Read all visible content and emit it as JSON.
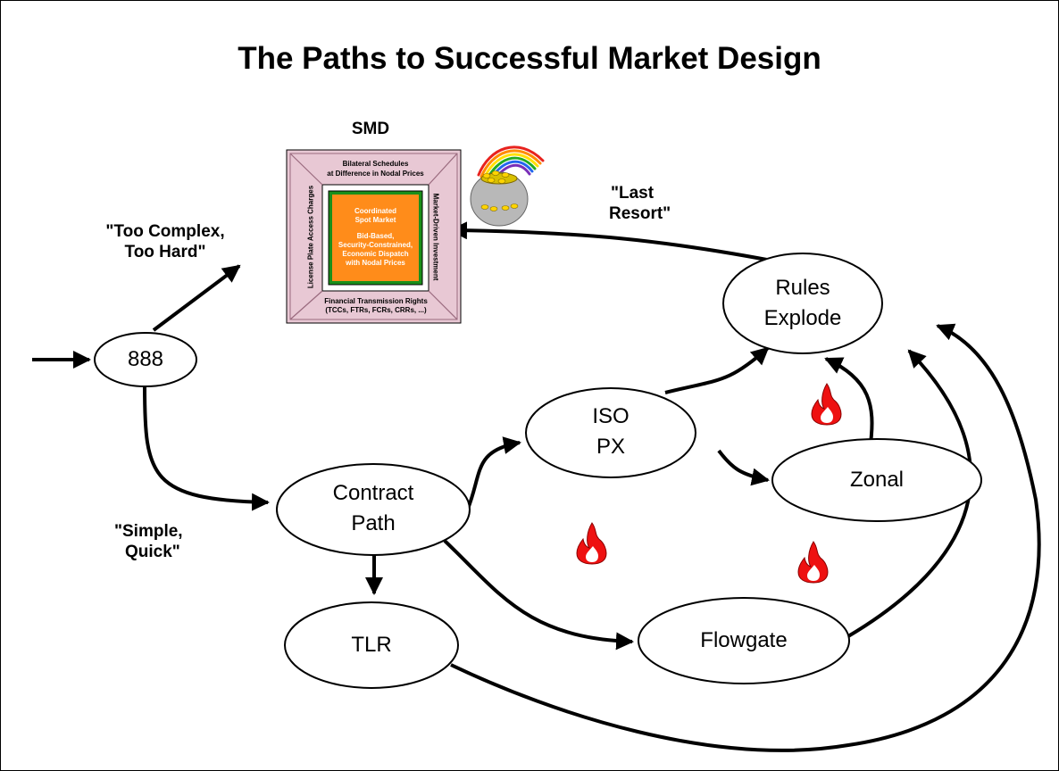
{
  "title": "The Paths to Successful Market Design",
  "smd": {
    "heading": "SMD",
    "top_text": [
      "Bilateral Schedules",
      "at Difference in Nodal Prices"
    ],
    "left_text": "License Plate Access Charges",
    "right_text": "Market-Driven Investment",
    "bottom_text": [
      "Financial Transmission Rights",
      "(TCCs, FTRs, FCRs, CRRs, ...)"
    ],
    "center_title": [
      "Coordinated",
      "Spot Market"
    ],
    "center_body": [
      "Bid-Based,",
      "Security-Constrained,",
      "Economic Dispatch",
      "with Nodal Prices"
    ],
    "colors": {
      "frame_fill": "#e8c8d4",
      "center_fill": "#ff8c1a",
      "center_border": "#1a8f1a"
    }
  },
  "labels": {
    "too_complex": [
      "\"Too Complex,",
      "Too Hard\""
    ],
    "simple_quick": [
      "\"Simple,",
      "Quick\""
    ],
    "last_resort": [
      "\"Last",
      "Resort\""
    ]
  },
  "nodes": {
    "n888": [
      "888"
    ],
    "contract_path": [
      "Contract",
      "Path"
    ],
    "iso_px": [
      "ISO",
      "PX"
    ],
    "zonal": [
      "Zonal"
    ],
    "tlr": [
      "TLR"
    ],
    "flowgate": [
      "Flowgate"
    ],
    "rules_explode": [
      "Rules",
      "Explode"
    ]
  },
  "icons": [
    "fire-icon",
    "pot-of-gold-icon"
  ]
}
